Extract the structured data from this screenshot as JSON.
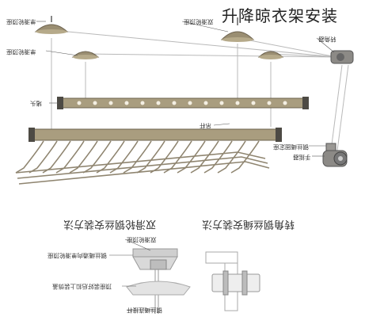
{
  "title": "升降晾衣架安装",
  "labels": {
    "single_pulley_top": "单滑轮顶座",
    "double_pulley_top": "双滑轮顶座",
    "single_pulley_bottom": "单滑轮顶座",
    "corner_device": "转角器",
    "pole_head": "堵头",
    "hanging_pole": "吊杆",
    "cable_anchor": "钢丝绳固定座",
    "crank": "手摇器"
  },
  "sections": {
    "left": "双滑轮钢丝安装方法",
    "right": "转角钢丝绳安装方法"
  },
  "install_labels": {
    "a": "双滑轮顶座",
    "b": "钢丝绳通向单滑轮顶座",
    "c": "顶座装好后扣上装饰盖",
    "d": "钢丝绳连接杆"
  }
}
